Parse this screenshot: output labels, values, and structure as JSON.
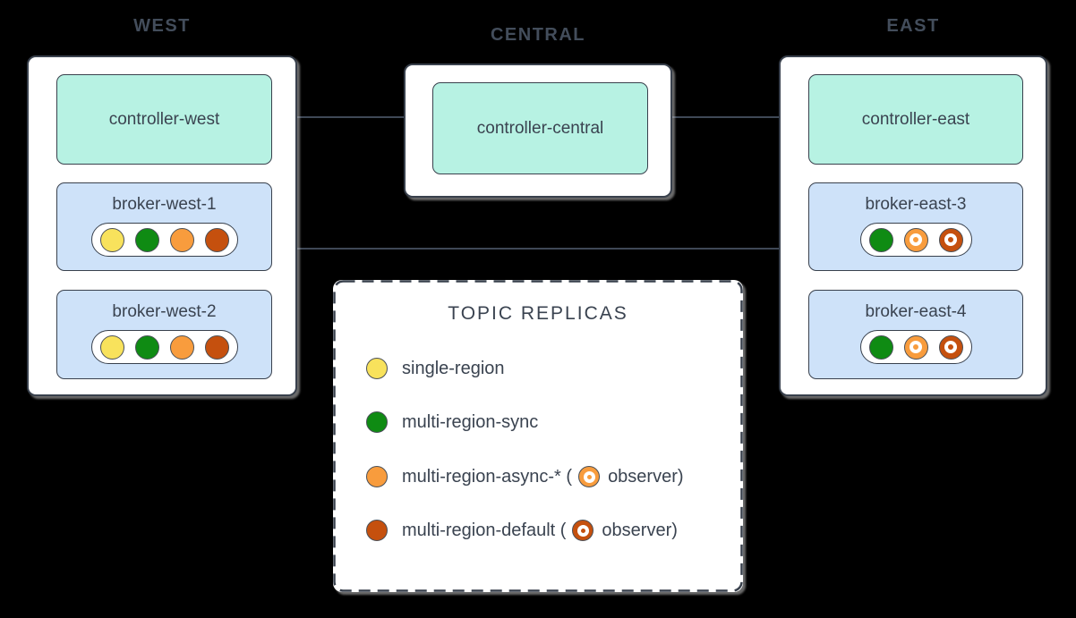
{
  "canvas": {
    "background": "#000000"
  },
  "colors": {
    "teal": "#B7F2E3",
    "blue": "#CEE2F9",
    "yellow": "#F8E25C",
    "green": "#0F8B13",
    "orange": "#F89C3D",
    "darkorange": "#C5500E",
    "border": "#39414D",
    "line": "#3F4856",
    "text": "#3A4350",
    "label": "#434D5B"
  },
  "regions": {
    "west": {
      "label": "WEST",
      "controller": "controller-west",
      "brokers": [
        {
          "name": "broker-west-1",
          "replicas": [
            {
              "topic": "single-region",
              "color": "yellow",
              "observer": false
            },
            {
              "topic": "multi-region-sync",
              "color": "green",
              "observer": false
            },
            {
              "topic": "multi-region-async",
              "color": "orange",
              "observer": false
            },
            {
              "topic": "multi-region-default",
              "color": "darkorange",
              "observer": false
            }
          ]
        },
        {
          "name": "broker-west-2",
          "replicas": [
            {
              "topic": "single-region",
              "color": "yellow",
              "observer": false
            },
            {
              "topic": "multi-region-sync",
              "color": "green",
              "observer": false
            },
            {
              "topic": "multi-region-async",
              "color": "orange",
              "observer": false
            },
            {
              "topic": "multi-region-default",
              "color": "darkorange",
              "observer": false
            }
          ]
        }
      ]
    },
    "central": {
      "label": "CENTRAL",
      "controller": "controller-central"
    },
    "east": {
      "label": "EAST",
      "controller": "controller-east",
      "brokers": [
        {
          "name": "broker-east-3",
          "replicas": [
            {
              "topic": "multi-region-sync",
              "color": "green",
              "observer": false
            },
            {
              "topic": "multi-region-async",
              "color": "orange",
              "observer": true
            },
            {
              "topic": "multi-region-default",
              "color": "darkorange",
              "observer": true
            }
          ]
        },
        {
          "name": "broker-east-4",
          "replicas": [
            {
              "topic": "multi-region-sync",
              "color": "green",
              "observer": false
            },
            {
              "topic": "multi-region-async",
              "color": "orange",
              "observer": true
            },
            {
              "topic": "multi-region-default",
              "color": "darkorange",
              "observer": true
            }
          ]
        }
      ]
    }
  },
  "legend": {
    "title": "TOPIC REPLICAS",
    "items": [
      {
        "color": "yellow",
        "label": "single-region"
      },
      {
        "color": "green",
        "label": "multi-region-sync"
      },
      {
        "color": "orange",
        "label": "multi-region-async-* (",
        "observer_suffix": "observer)"
      },
      {
        "color": "darkorange",
        "label": "multi-region-default (",
        "observer_suffix": "observer)"
      }
    ]
  }
}
